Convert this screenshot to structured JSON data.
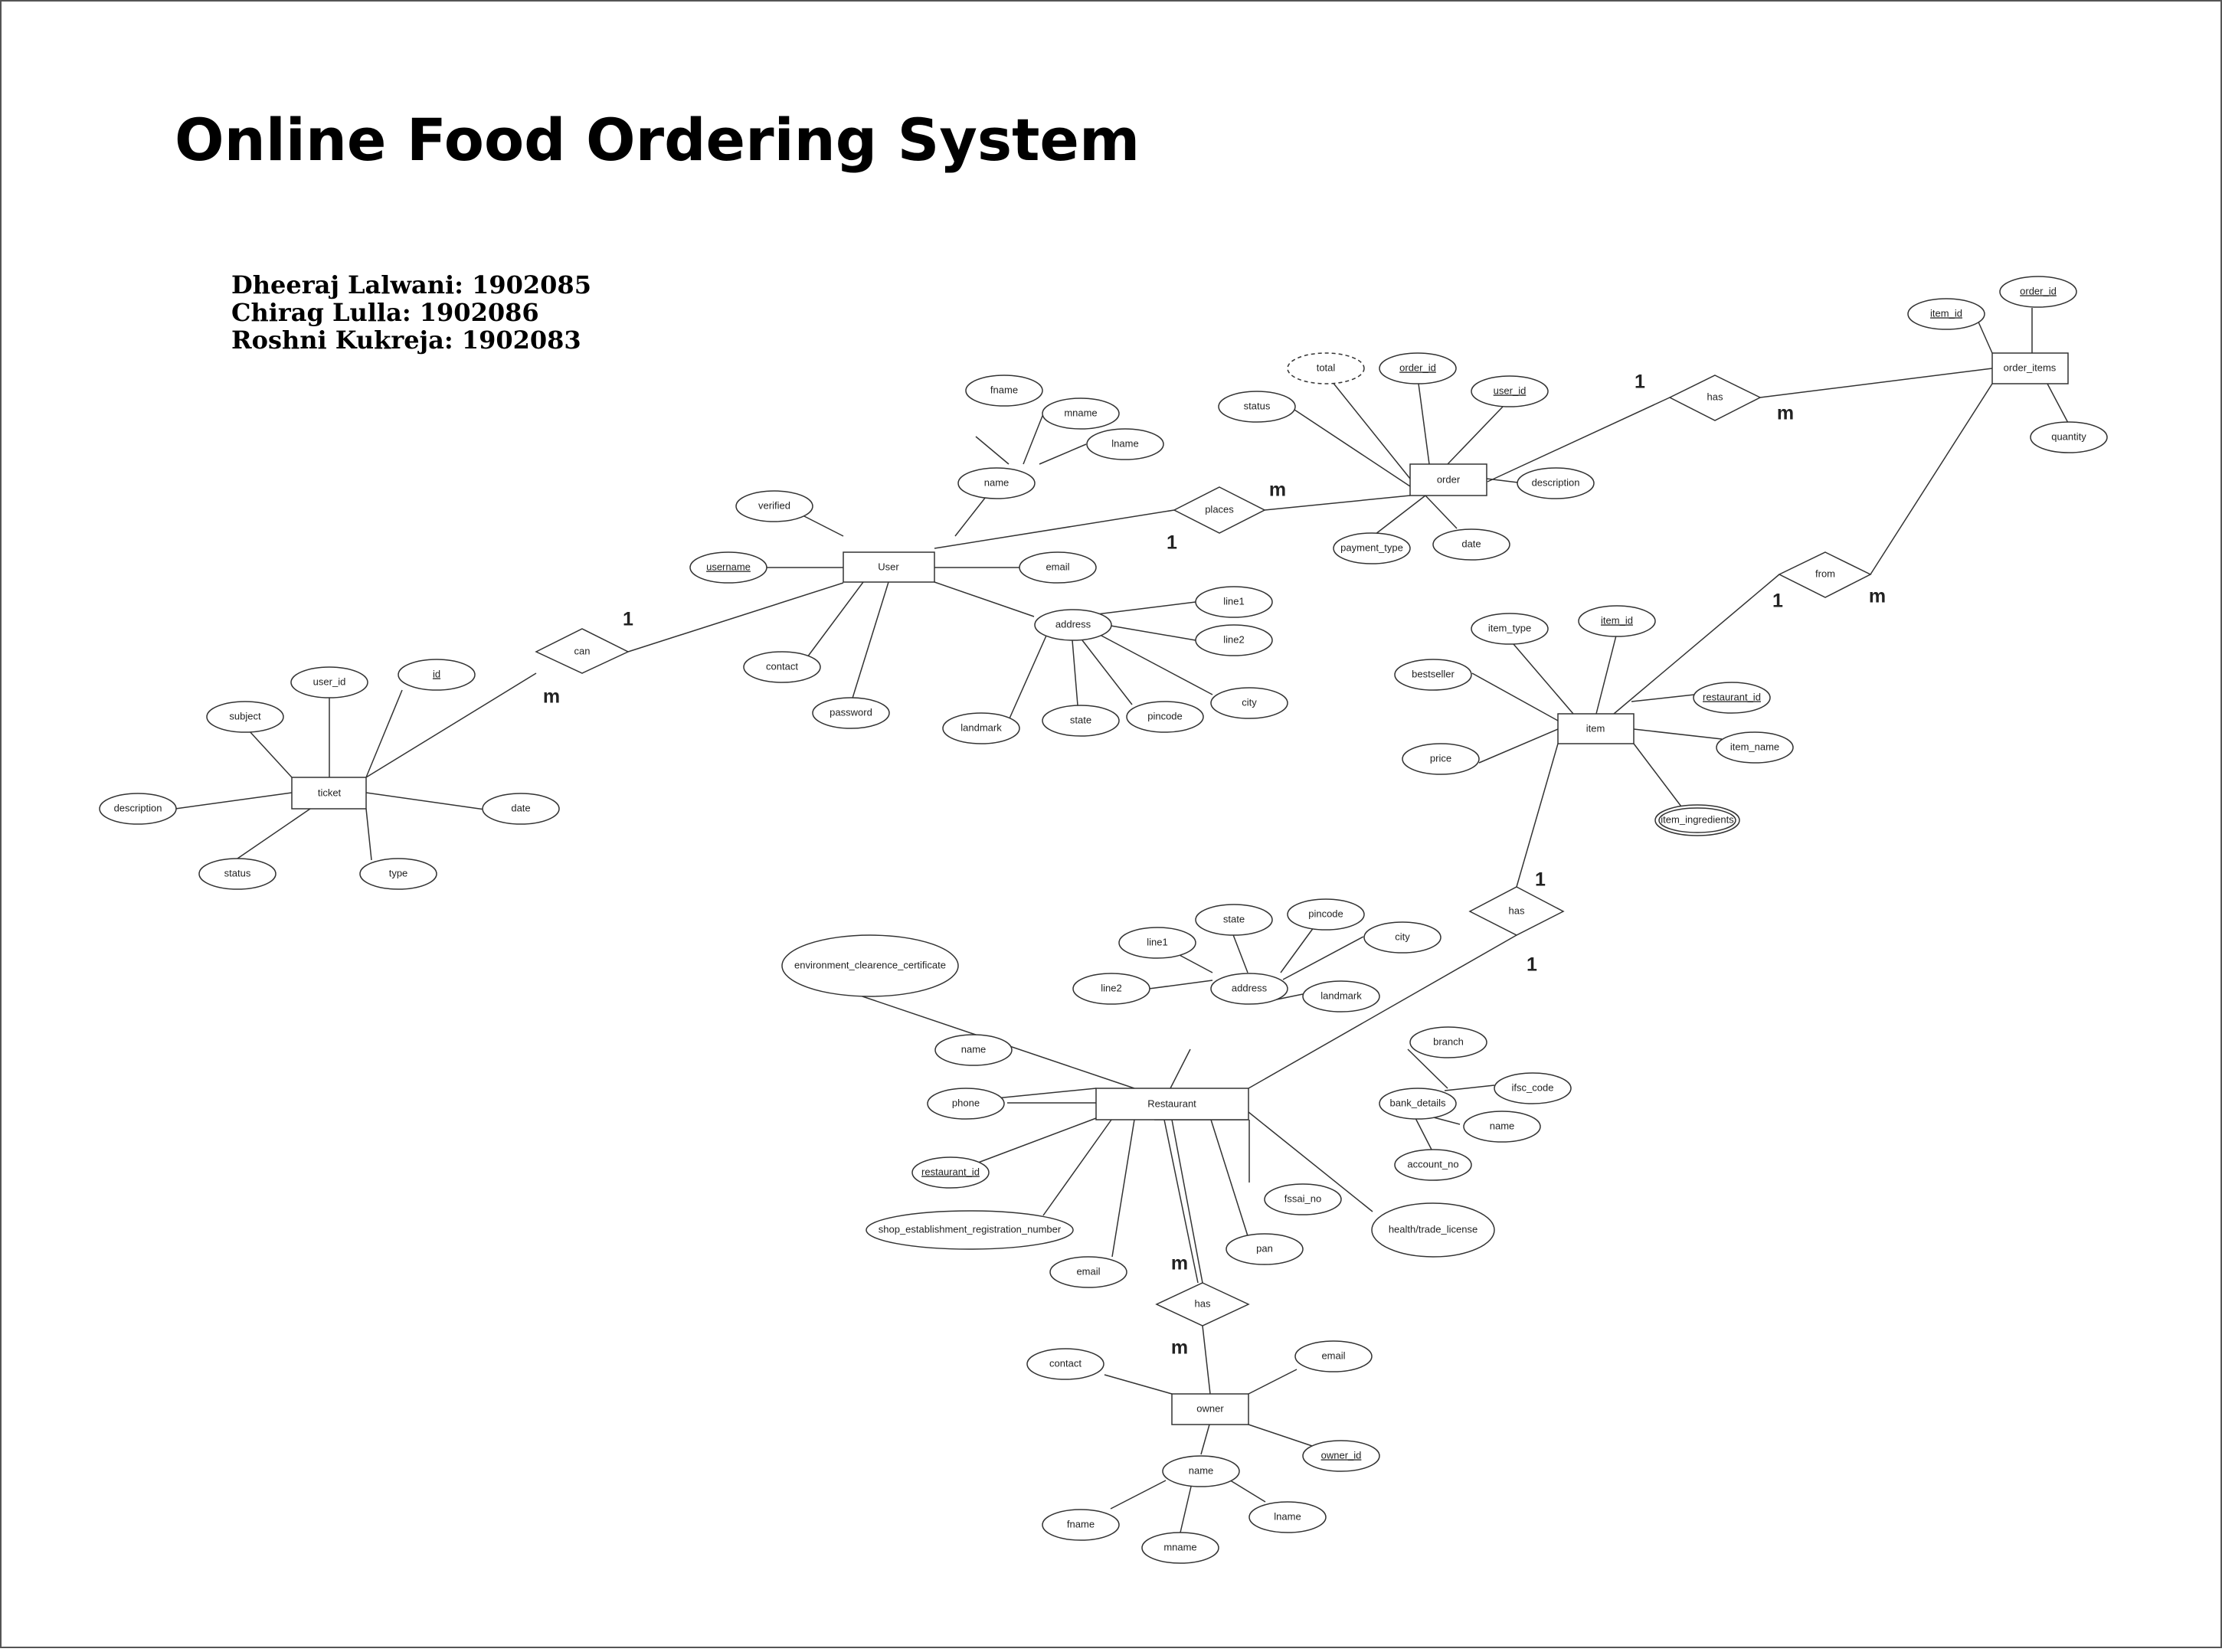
{
  "title": "Online Food Ordering System",
  "authors": [
    "Dheeraj Lalwani: 1902085",
    "Chirag Lulla: 1902086",
    "Roshni Kukreja: 1902083"
  ],
  "entities": {
    "user": "User",
    "ticket": "ticket",
    "order": "order",
    "order_items": "order_items",
    "item": "item",
    "restaurant": "Restaurant",
    "owner": "owner"
  },
  "relationships": {
    "can": "can",
    "places": "places",
    "has_order_items": "has",
    "from": "from",
    "has_item_restaurant": "has",
    "has_restaurant_owner": "has"
  },
  "attributes": {
    "user": {
      "fname": "fname",
      "mname": "mname",
      "lname": "lname",
      "name": "name",
      "verified": "verified",
      "username": "username",
      "email": "email",
      "contact": "contact",
      "password": "password",
      "address": "address",
      "line1": "line1",
      "line2": "line2",
      "city": "city",
      "pincode": "pincode",
      "state": "state",
      "landmark": "landmark"
    },
    "ticket": {
      "user_id": "user_id",
      "id": "id",
      "subject": "subject",
      "description": "description",
      "status": "status",
      "type": "type",
      "date": "date"
    },
    "order": {
      "total": "total",
      "order_id": "order_id",
      "user_id": "user_id",
      "status": "status",
      "description": "description",
      "payment_type": "payment_type",
      "date": "date"
    },
    "order_items": {
      "item_id": "item_id",
      "order_id": "order_id",
      "quantity": "quantity"
    },
    "item": {
      "item_type": "item_type",
      "item_id": "item_id",
      "bestseller": "bestseller",
      "restaurant_id": "restaurant_id",
      "item_name": "item_name",
      "price": "price",
      "item_ingredients": "item_ingredients"
    },
    "restaurant": {
      "environment_clearence_certificate": "environment_clearence_certificate",
      "line1": "line1",
      "state": "state",
      "pincode": "pincode",
      "city": "city",
      "line2": "line2",
      "address": "address",
      "landmark": "landmark",
      "name": "name",
      "phone": "phone",
      "restaurant_id": "restaurant_id",
      "shop_establishment_registration_number": "shop_establishment_registration_number",
      "email": "email",
      "pan": "pan",
      "fssai_no": "fssai_no",
      "health_trade_license": "health/trade_license",
      "bank_details": "bank_details",
      "branch": "branch",
      "ifsc_code": "ifsc_code",
      "bank_name": "name",
      "account_no": "account_no"
    },
    "owner": {
      "contact": "contact",
      "email": "email",
      "owner_id": "owner_id",
      "name": "name",
      "fname": "fname",
      "mname": "mname",
      "lname": "lname"
    }
  },
  "cardinalities": {
    "can_user": "1",
    "can_ticket": "m",
    "places_user": "1",
    "places_order": "m",
    "has_order": "1",
    "has_order_items": "m",
    "from_item": "1",
    "from_order_items": "m",
    "has_item": "1",
    "has_restaurant": "1",
    "has_restaurant_m": "m",
    "has_owner": "m"
  }
}
